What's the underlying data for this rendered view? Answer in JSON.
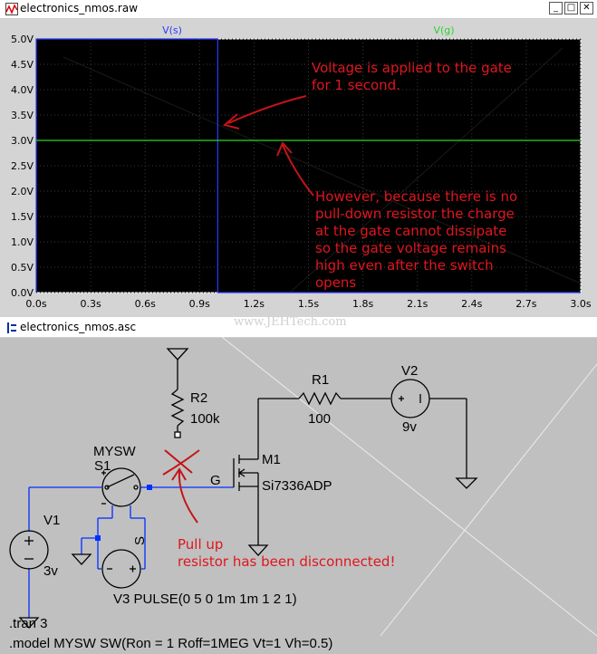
{
  "plot_window": {
    "title": "electronics_nmos.raw",
    "buttons": {
      "minimize": "_",
      "maximize": "□",
      "close": "✕"
    }
  },
  "chart_data": {
    "type": "line",
    "series": [
      {
        "name": "V(s)",
        "color": "#2b3cff",
        "x": [
          0,
          0,
          1,
          1,
          3
        ],
        "y": [
          0,
          5,
          5,
          0,
          0
        ]
      },
      {
        "name": "V(g)",
        "color": "#29d42b",
        "x": [
          0,
          3
        ],
        "y": [
          3,
          3
        ]
      }
    ],
    "xlim": [
      0,
      3
    ],
    "ylim": [
      0,
      5
    ],
    "x_ticks": [
      "0.0s",
      "0.3s",
      "0.6s",
      "0.9s",
      "1.2s",
      "1.5s",
      "1.8s",
      "2.1s",
      "2.4s",
      "2.7s",
      "3.0s"
    ],
    "y_ticks": [
      "0.0V",
      "0.5V",
      "1.0V",
      "1.5V",
      "2.0V",
      "2.5V",
      "3.0V",
      "3.5V",
      "4.0V",
      "4.5V",
      "5.0V"
    ],
    "grid": true,
    "annotations": [
      "Voltage is applied to the gate\nfor 1 second.",
      "However, because there is no\npull-down resistor the charge\nat the gate cannot dissipate\nso the gate voltage remains\nhigh even after the switch\nopens"
    ]
  },
  "watermark": "www.JEHTech.com",
  "schematic_window": {
    "title": "electronics_nmos.asc",
    "labels": {
      "r2_name": "R2",
      "r2_value": "100k",
      "r1_name": "R1",
      "r1_value": "100",
      "v2_name": "V2",
      "v2_value": "9v",
      "v1_name": "V1",
      "v1_value": "3v",
      "sw_model": "MYSW",
      "sw_name": "S1",
      "m1_name": "M1",
      "m1_part": "Si7336ADP",
      "gate_label": "G",
      "s_label": "S",
      "v3_line": "V3 PULSE(0 5 0 1m 1m 1 2 1)",
      "tran": ".tran 3",
      "model": ".model MYSW SW(Ron = 1 Roff=1MEG Vt=1 Vh=0.5)"
    },
    "annotation": "Pull up\nresistor has been disconnected!"
  }
}
